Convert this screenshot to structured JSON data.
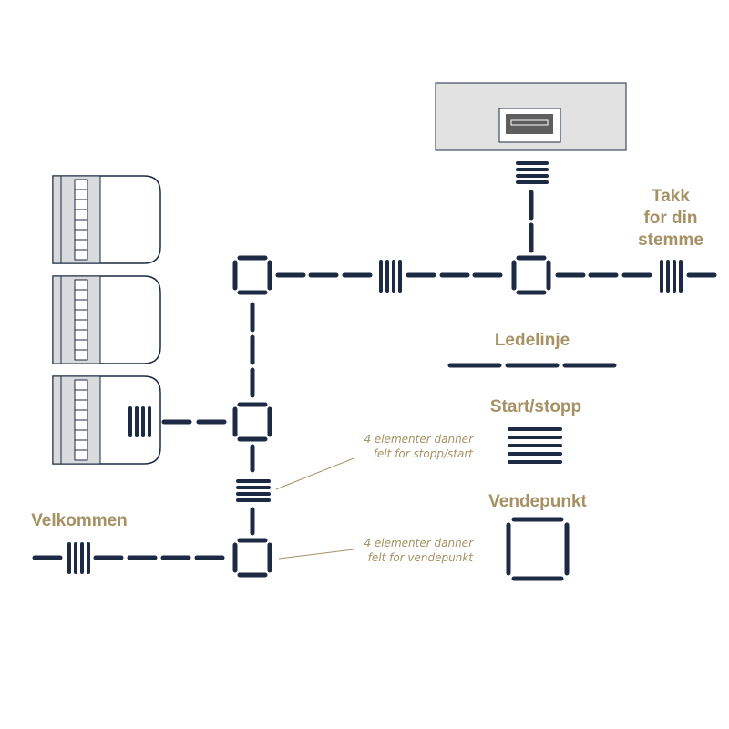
{
  "labels": {
    "thanks_line1": "Takk",
    "thanks_line2": "for din",
    "thanks_line3": "stemme",
    "welcome": "Velkommen",
    "guideline": "Ledelinje",
    "startstop": "Start/stopp",
    "turning_point": "Vendepunkt"
  },
  "notes": {
    "stopstart_line1": "4 elementer danner",
    "stopstart_line2": "felt for stopp/start",
    "turn_line1": "4 elementer danner",
    "turn_line2": "felt for vendepunkt"
  },
  "colors": {
    "navy": "#1c2a44",
    "gold": "#a59164",
    "machine_gray": "#e2e2e2",
    "booth_gray": "#d9dadc"
  }
}
